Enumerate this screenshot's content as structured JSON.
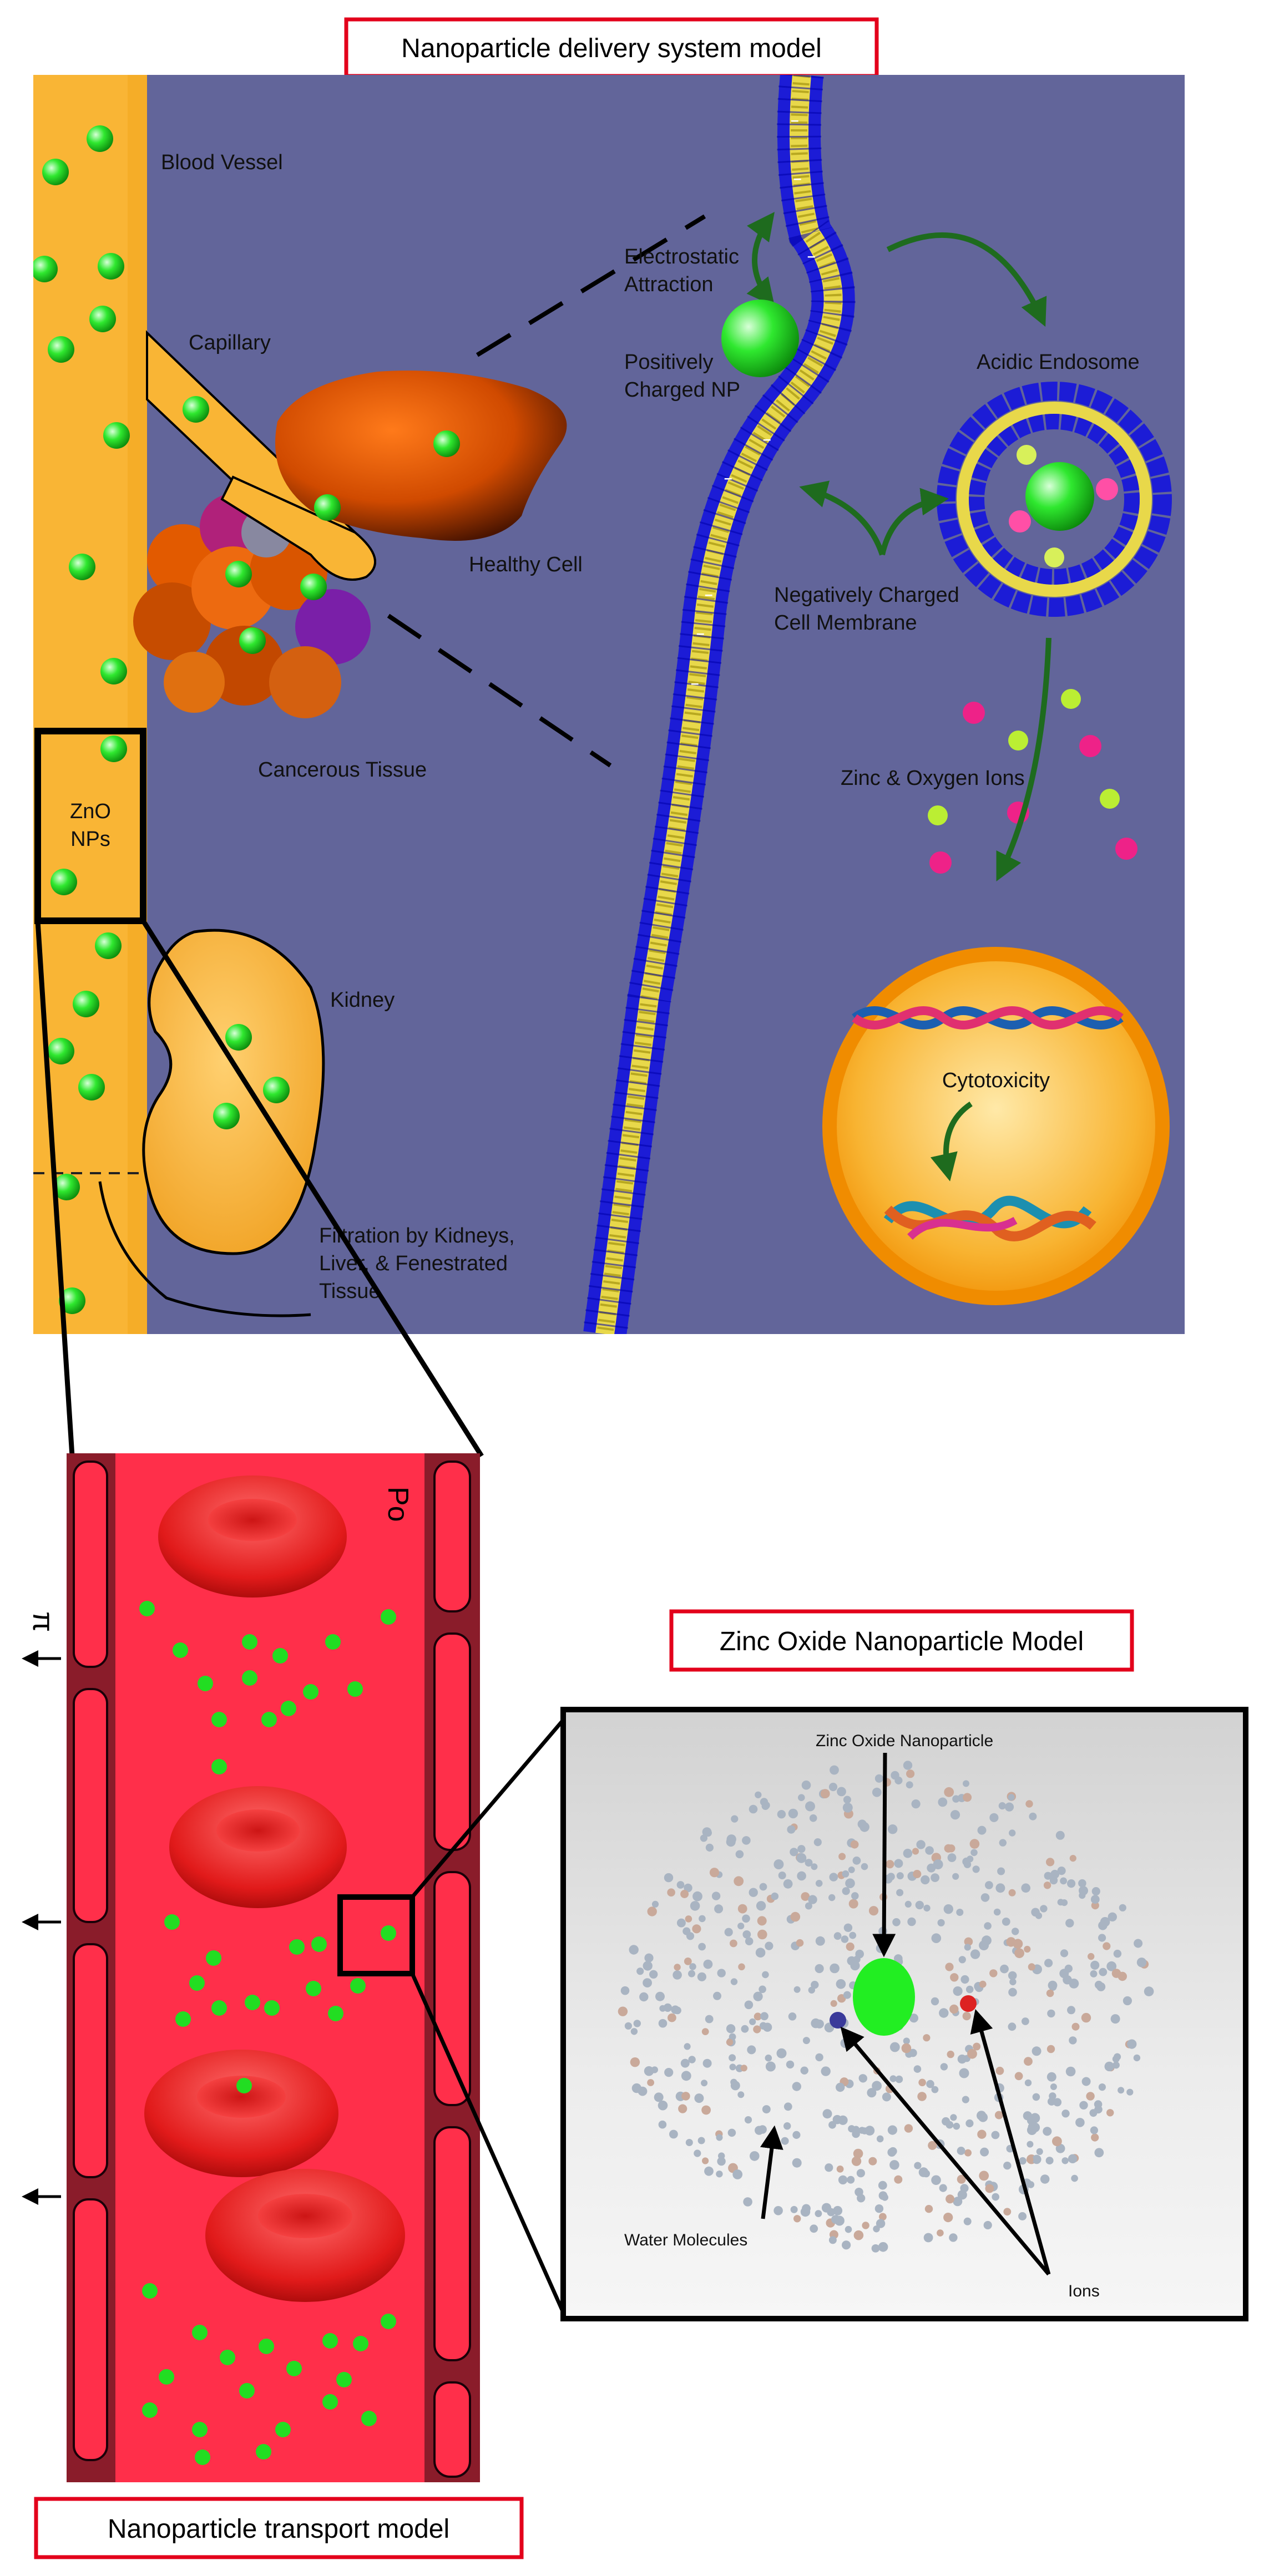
{
  "titles": {
    "delivery": "Nanoparticle delivery system model",
    "zno_model": "Zinc Oxide Nanoparticle Model",
    "transport": "Nanoparticle transport model"
  },
  "delivery_labels": {
    "blood_vessel": "Blood Vessel",
    "capillary": "Capillary",
    "healthy_cell": "Healthy Cell",
    "cancerous_tissue": "Cancerous Tissue",
    "zno_line1": "ZnO",
    "zno_line2": "NPs",
    "kidney": "Kidney",
    "filtration_line1": "Filtration by Kidneys,",
    "filtration_line2": "Liver, & Fenestrated",
    "filtration_line3": "Tissue",
    "electrostatic_line1": "Electrostatic",
    "electrostatic_line2": "Attraction",
    "positive_line1": "Positively",
    "positive_line2": "Charged NP",
    "acidic_endosome": "Acidic Endosome",
    "negative_line1": "Negatively Charged",
    "negative_line2": "Cell Membrane",
    "ions": "Zinc & Oxygen Ions",
    "cytotoxicity": "Cytotoxicity"
  },
  "transport_labels": {
    "p0": "Po",
    "pi": "π"
  },
  "zno_labels": {
    "nanoparticle": "Zinc Oxide Nanoparticle",
    "water": "Water Molecules",
    "ions": "Ions"
  },
  "colors": {
    "title_border": "#e3001b",
    "panel_bg": "#62659a",
    "vessel": "#f9b535",
    "nanoparticle": "#22dd22",
    "membrane_blue": "#1c1cd6",
    "membrane_yellow": "#e8d84a",
    "blood": "#ff2f4a",
    "vessel_wall": "#8a1c2a",
    "arrow_green": "#1e6b1e",
    "ion_pink": "#ee2288",
    "ion_lime": "#bbee33"
  }
}
